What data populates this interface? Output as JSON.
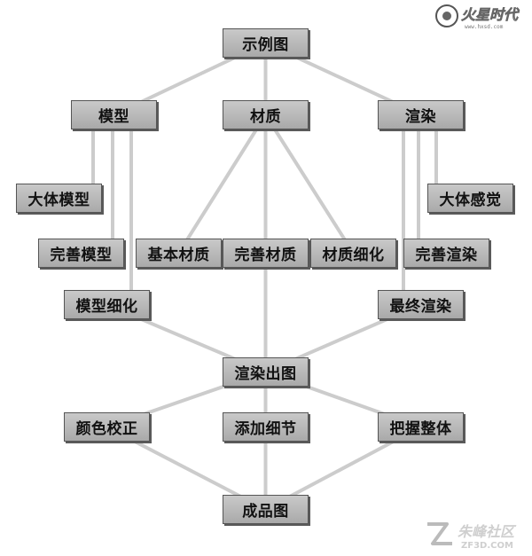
{
  "diagram": {
    "nodes": {
      "example": "示例图",
      "model": "模型",
      "material": "材质",
      "render": "渲染",
      "rough_model": "大体模型",
      "refine_model": "完善模型",
      "model_detail": "模型细化",
      "basic_material": "基本材质",
      "refine_material": "完善材质",
      "material_detail": "材质细化",
      "overall_feel": "大体感觉",
      "refine_render": "完善渲染",
      "final_render": "最终渲染",
      "render_output": "渲染出图",
      "color_correction": "颜色校正",
      "add_detail": "添加细节",
      "overall_control": "把握整体",
      "final_image": "成品图"
    },
    "edges": [
      [
        "example",
        "model"
      ],
      [
        "example",
        "material"
      ],
      [
        "example",
        "render"
      ],
      [
        "material",
        "basic_material"
      ],
      [
        "material",
        "refine_material"
      ],
      [
        "material",
        "material_detail"
      ],
      [
        "model",
        "rough_model"
      ],
      [
        "model",
        "refine_model"
      ],
      [
        "model",
        "model_detail"
      ],
      [
        "render",
        "overall_feel"
      ],
      [
        "render",
        "refine_render"
      ],
      [
        "render",
        "final_render"
      ],
      [
        "model_detail",
        "render_output"
      ],
      [
        "refine_material",
        "render_output"
      ],
      [
        "final_render",
        "render_output"
      ],
      [
        "render_output",
        "color_correction"
      ],
      [
        "render_output",
        "add_detail"
      ],
      [
        "render_output",
        "overall_control"
      ],
      [
        "color_correction",
        "final_image"
      ],
      [
        "add_detail",
        "final_image"
      ],
      [
        "overall_control",
        "final_image"
      ]
    ],
    "line_color": "#cccccc"
  },
  "logos": {
    "top": {
      "text": "火星时代",
      "sub": "www.hxsd.com"
    },
    "bottom": {
      "text": "朱峰社区",
      "sub": "ZF3D.COM"
    }
  }
}
